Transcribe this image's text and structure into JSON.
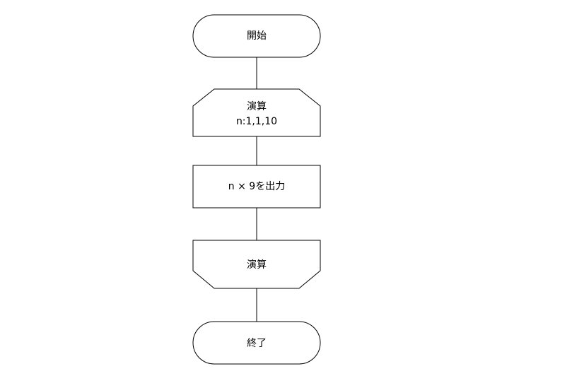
{
  "flowchart": {
    "line_color": "#000000",
    "fill_color": "#ffffff",
    "nodes": [
      {
        "id": "start",
        "shape": "terminator",
        "lines": [
          "開始"
        ]
      },
      {
        "id": "loop-start",
        "shape": "loop-limit-start",
        "lines": [
          "演算",
          "n:1,1,10"
        ]
      },
      {
        "id": "output",
        "shape": "process",
        "lines": [
          "n × 9を出力"
        ]
      },
      {
        "id": "loop-end",
        "shape": "loop-limit-end",
        "lines": [
          "演算"
        ]
      },
      {
        "id": "end",
        "shape": "terminator",
        "lines": [
          "終了"
        ]
      }
    ],
    "edges": [
      {
        "from": "start",
        "to": "loop-start"
      },
      {
        "from": "loop-start",
        "to": "output"
      },
      {
        "from": "output",
        "to": "loop-end"
      },
      {
        "from": "loop-end",
        "to": "end"
      }
    ]
  }
}
